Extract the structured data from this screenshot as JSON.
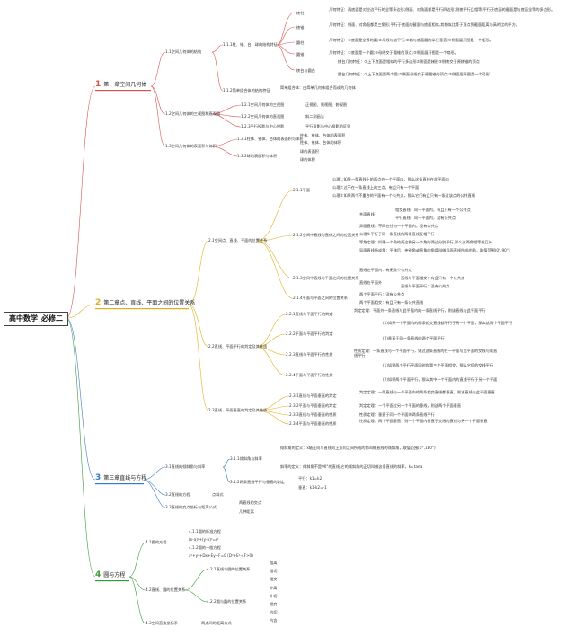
{
  "root": "高中数学_必修二",
  "chapters": [
    {
      "num": "1",
      "title": "第一章空间几何体",
      "color": "#d9534f"
    },
    {
      "num": "2",
      "title": "第二章点、直线、平面之间的位置关系",
      "color": "#e0b020"
    },
    {
      "num": "3",
      "title": "第三章直线与方程",
      "color": "#3a7bbf"
    },
    {
      "num": "4",
      "title": "圆与方程",
      "color": "#3a9a3a"
    }
  ],
  "c1": {
    "s1": "1.1空间几何体的结构",
    "s11": "1.1.1柱、锥、台、球的结构特征",
    "leng": "棱柱",
    "leng_t": "几何特征：两底面是对应边平行的全等多边形;侧面、对角面都是平行四边形;侧棱平行且相等;平行于底面的截面是与底面全等的多边形。",
    "lengz": "棱锥",
    "lengz_t": "几何特征：侧面、对角面都是三角形;平行于底面的截面与底面相似,其相似比等于顶点到截面距离与高的比的平方。",
    "yz": "圆柱",
    "yz_t": "几何特征：①底面是全等的圆;②母线与轴平行;③轴与底面圆的半径垂直;④侧面展开图是一个矩形。",
    "yzhui": "圆锥",
    "yzhui_t": "几何特征：①底面是一个圆;②母线交于圆锥的顶点;③侧面展开图是一个扇形。",
    "zh": "棱台与圆台",
    "ltai_t": "棱台几何特征：①上下底面是相似的平行多边形②侧面是梯形③侧棱交于原棱锥的顶点",
    "ytai_t": "圆台几何特征：①上下底面是两个圆;②侧面母线交于原圆锥的顶点;③侧面展开图是一个弓形",
    "s12": "1.1.2简单组合体的结构特征",
    "s12_t": "简单组合体：由简单几何体组合而成的几何体",
    "s2": "1.2空间几何体的三视图和直观图",
    "s21": "1.2.1空间几何体的三视图",
    "s21_t": "正视图、侧视图、俯视图",
    "s22": "1.2.2空间几何体的直观图",
    "s22_t": "斜二测画法",
    "s23": "1.2.3平行投影与中心投影",
    "s23_t": "平行投影与中心投影的区别",
    "s3": "1.3空间几何体的表面积与体积",
    "s31": "1.3.1柱体、锥体、台体的表面积与体积",
    "s31_a": "柱体、锥体、台体的表面积",
    "s31_b": "柱体、锥体、台体的体积",
    "s32": "1.3.2球的表面积与体积",
    "s32_a": "球的表面积",
    "s32_b": "球的体积"
  },
  "c2": {
    "s1": "2.1空间点、直线、平面的位置关系",
    "s11": "2.1.1平面",
    "g1": "公理1:如果一条直线上的两点在一个平面内，那么这条直线在此平面内",
    "g2": "公理2:过不在一条直线上的三点，有且只有一个平面",
    "g3": "公理3:如果两个不重合的平面有一个公共点，那么它们有且只有一条过该点的公共直线",
    "s12": "2.1.2空间中直线与直线之间的位置关系",
    "gm": "共面直线",
    "xj": "相交直线：同一平面内，有且只有一个公共点",
    "px": "平行直线：同一平面内，没有公共点",
    "ym": "异面直线：不同在任何一个平面内，没有公共点",
    "g4": "公理4:平行于同一条直线的两条直线互相平行",
    "dj": "等角定理：如果一个角的两边和另一个角的两边分别平行,那么这两角相等或互补",
    "yj": "异面直线所成角：平移后，夹锐角或直角的角度叫做异面直线所成的角，取值范围(0°,90°]",
    "s13": "2.1.3空间中直线与平面之间的位置关系",
    "zx_zm": "直线在平面内：有无数个公共点",
    "zx_wm": "直线在平面外",
    "zx_xj": "直线与平面相交：有且只有一个公共点",
    "zx_px": "直线与平面平行：没有公共点",
    "s14": "2.1.4平面与平面之间的位置关系",
    "mm_px": "两个平面平行：没有公共点",
    "mm_xj": "两个平面相交：有且只有一条公共直线",
    "s2": "2.2直线、平面平行的判定及其性质",
    "s21": "2.2.1直线与平面平行的判定",
    "s21_t": "判定定理：平面外一条直线与此平面内的一条直线平行，则该直线与此平面平行",
    "s22": "2.2.2平面与平面平行的判定",
    "s22_a": "(1)如果一个平面内的两条相交直线都平行于另一个平面，那么这两个平面平行",
    "s22_b": "(2)垂直于同一条直线的两个平面平行",
    "s23": "2.2.3直线与平面平行的性质",
    "s23_t": "性质定理：一条直线与一个平面平行，则过这条直线的任一平面与此平面的交线与该直线平行",
    "s24": "2.2.4平面与平面平行的性质",
    "s24_a": "(1)如果两个平行平面同时和第三个平面相交，那么它们的交线平行",
    "s24_b": "(2)如果两个平面平行，那么其中一个平面内的直线平行于另一个平面",
    "s3": "2.3直线、平面垂直的判定及其性质",
    "s31": "2.3.1直线与平面垂直的判定",
    "s31_t": "判定定理：一条直线与一个平面内的两条相交直线都垂直，则该直线与此平面垂直",
    "s32": "2.3.2平面与平面垂直的判定",
    "s32_t": "判定定理：一个平面过另一个平面的垂线，则这两个平面垂直",
    "s33": "2.3.3直线与平面垂直的性质",
    "s33_t": "性质定理：垂直于同一个平面的两条直线平行",
    "s34": "2.3.4平面与平面垂直的性质",
    "s34_t": "性质定理：两个平面垂直，则一个平面内垂直于交线的直线与另一个平面垂直"
  },
  "c3": {
    "s1": "3.1直线的倾斜角与斜率",
    "s11": "3.1.1倾斜角与斜率",
    "s11_a": "倾斜角的定义：x轴正向与直线向上方向之间所成的角叫做直线的倾斜角，取值范围[0°,180°)",
    "s11_b": "斜率的定义：倾斜角不是90°的直线,它的倾斜角的正切叫做这条直线的斜率，k=tanα",
    "s12": "3.1.2两条直线平行与垂直的判定",
    "s12_a": "平行：k1=k2",
    "s12_b": "垂直：k1·k2=-1",
    "s2": "3.2直线的方程",
    "s2_t": "点斜式",
    "s3": "3.3直线的交点坐标与距离公式",
    "s3_a": "两直线的交点",
    "s3_b": "几种距离"
  },
  "c4": {
    "s1": "4.1圆的方程",
    "s11": "4.1.1圆的标准方程",
    "s11_t": "(x-a)²+(y-b)²=r²",
    "s12": "4.1.2圆的一般方程",
    "s12_t": "x²+y²+Dx+Ey+F=0 (D²+E²-4F>0)",
    "s2": "4.2直线、圆的位置关系",
    "s21": "4.2.1直线与圆的位置关系",
    "s21_a": "相离",
    "s21_b": "相切",
    "s21_c": "相交",
    "s22": "4.2.2圆与圆的位置关系",
    "s22_a": "外离",
    "s22_b": "外切",
    "s22_c": "相交",
    "s22_d": "内切",
    "s22_e": "内含",
    "s3": "4.3空间直角坐标系",
    "s3_t": "两点间的距离公式"
  }
}
